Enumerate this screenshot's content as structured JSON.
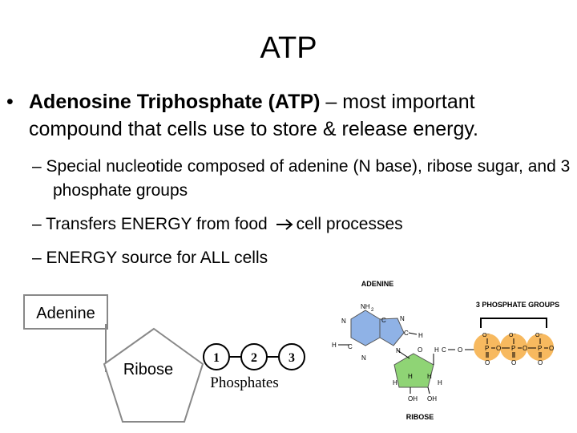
{
  "slide": {
    "title": "ATP",
    "bullet1": {
      "bold": "Adenosine Triphosphate (ATP)",
      "rest": " – most important compound that cells use to store & release energy."
    },
    "subs": [
      "– Special nucleotide composed of adenine (N base), ribose sugar, and 3 phosphate groups",
      "– Transfers ENERGY from food",
      "cell processes",
      "– ENERGY source for ALL cells"
    ]
  },
  "left_diagram": {
    "adenine_label": "Adenine",
    "ribose_label": "Ribose",
    "phosphates_label": "Phosphates",
    "phosphate_numbers": [
      "1",
      "2",
      "3"
    ]
  },
  "right_diagram": {
    "adenine_header": "ADENINE",
    "phosphate_header": "3 PHOSPHATE GROUPS",
    "ribose_footer": "RIBOSE",
    "atoms": {
      "nh2": "NH",
      "sub2": "2",
      "n": "N",
      "c": "C",
      "h": "H",
      "o": "O",
      "oh": "OH",
      "p": "P",
      "h2c": "H",
      "h2c_c": "C",
      "ominus": "O⁻"
    }
  },
  "colors": {
    "adenine_fill": "#8fb2e6",
    "ribose_fill": "#8fd475",
    "phosphate_fill": "#f7b95f",
    "arrow": "#000000"
  }
}
